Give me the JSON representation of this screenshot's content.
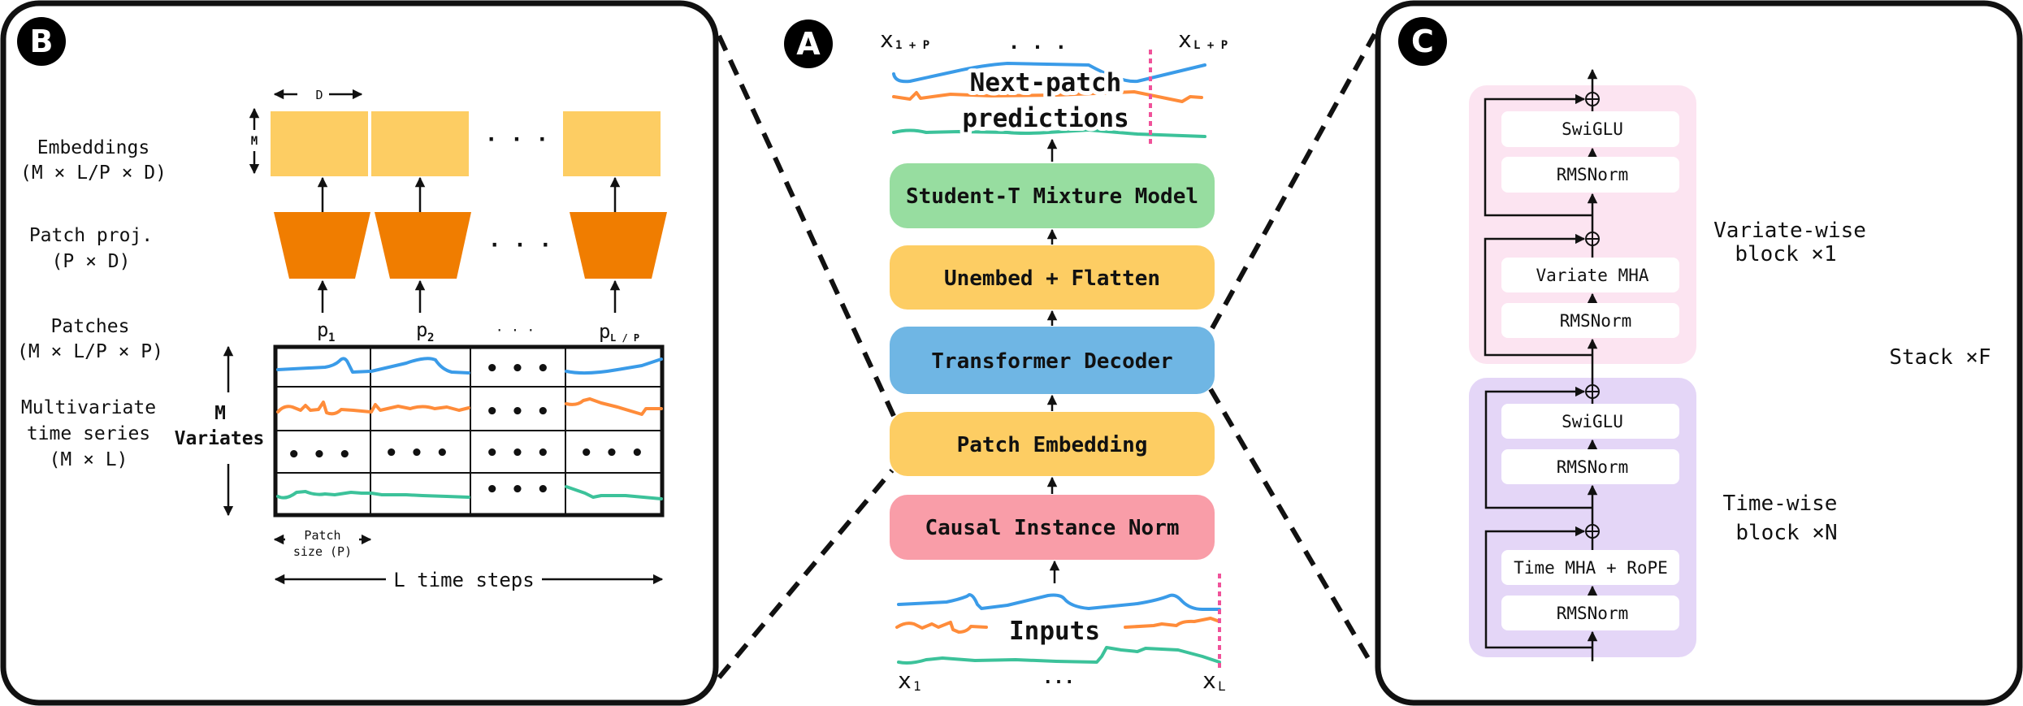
{
  "colors": {
    "embedding": "#FDCD63",
    "projection": "#F07D00",
    "series_blue": "#3A9BE8",
    "series_orange": "#FF8C3A",
    "series_teal": "#3CC29A",
    "cutoff_marker": "#F0529A",
    "variate_block": "#FCE4F1",
    "time_block": "#E4D6F7"
  },
  "panel_b": {
    "badge": "B",
    "dim_d": "D",
    "dim_m": "M",
    "embeddings": [
      "Embeddings",
      "(M × L/P ×  D)"
    ],
    "patch_proj": [
      "Patch proj.",
      "(P × D)"
    ],
    "patches": [
      "Patches",
      "(M × L/P × P)"
    ],
    "mts": [
      "Multivariate",
      "time series",
      "(M × L)"
    ],
    "variates": [
      "M",
      "Variates"
    ],
    "patch_labels": [
      {
        "base": "p",
        "sub": "1"
      },
      {
        "base": "p",
        "sub": "2"
      },
      {
        "base": "· · ·",
        "sub": ""
      },
      {
        "base": "p",
        "sub": "L / P"
      }
    ],
    "ellipsis": "• • •",
    "patch_size": [
      "Patch",
      "size (P)"
    ],
    "time_steps": "L time steps"
  },
  "panel_a": {
    "badge": "A",
    "outputs": {
      "first": {
        "base": "x",
        "sub": "1 + P"
      },
      "ellipsis": ". . .",
      "last": {
        "base": "x",
        "sub": "L + P"
      },
      "title": [
        "Next-patch",
        "predictions"
      ]
    },
    "boxes": [
      {
        "label": "Student-T Mixture Model",
        "color": "#97DDA0"
      },
      {
        "label": "Unembed + Flatten",
        "color": "#FDCD63"
      },
      {
        "label": "Transformer Decoder",
        "color": "#6FB6E4"
      },
      {
        "label": "Patch Embedding",
        "color": "#FDCD63"
      },
      {
        "label": "Causal Instance Norm",
        "color": "#F99DA8"
      }
    ],
    "inputs": {
      "title": "Inputs",
      "first": {
        "base": "x",
        "sub": "1"
      },
      "ellipsis": "···",
      "last": {
        "base": "x",
        "sub": "L"
      }
    }
  },
  "panel_c": {
    "badge": "C",
    "variate_block": {
      "boxes": [
        "SwiGLU",
        "RMSNorm",
        "Variate MHA",
        "RMSNorm"
      ],
      "label": [
        "Variate-wise",
        "block ×1"
      ]
    },
    "time_block": {
      "boxes": [
        "SwiGLU",
        "RMSNorm",
        "Time MHA + RoPE",
        "RMSNorm"
      ],
      "label": [
        "Time-wise",
        "block ×N"
      ]
    },
    "stack_label": "Stack ×F"
  }
}
